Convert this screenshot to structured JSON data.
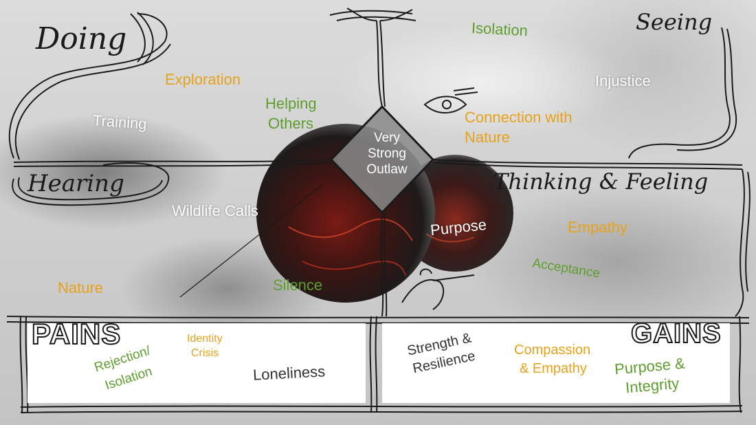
{
  "corners": {
    "doing": "Doing",
    "seeing": "Seeing",
    "hearing": "Hearing",
    "thinking_feeling": "Thinking & Feeling"
  },
  "center": {
    "line1": "Very",
    "line2": "Strong",
    "line3": "Outlaw"
  },
  "doing_items": {
    "exploration": "Exploration",
    "helping_line1": "Helping",
    "helping_line2": "Others",
    "training": "Training"
  },
  "seeing_items": {
    "isolation": "Isolation",
    "injustice": "Injustice",
    "connection_line1": "Connection with",
    "connection_line2": "Nature"
  },
  "hearing_items": {
    "wildlife": "Wildlife Calls",
    "nature": "Nature",
    "silence": "Silence"
  },
  "thinking_items": {
    "purpose": "Purpose",
    "empathy": "Empathy",
    "acceptance": "Acceptance"
  },
  "pains": {
    "title": "PAINS",
    "rejection_line1": "Rejection/",
    "rejection_line2": "Isolation",
    "identity_line1": "Identity",
    "identity_line2": "Crisis",
    "loneliness": "Loneliness"
  },
  "gains": {
    "title": "GAINS",
    "strength_line1": "Strength &",
    "strength_line2": "Resilience",
    "compassion_line1": "Compassion",
    "compassion_line2": "& Empathy",
    "purpose_line1": "Purpose &",
    "purpose_line2": "Integrity"
  },
  "colors": {
    "orange": "#e6a21a",
    "green": "#5d9e2f",
    "white": "#ffffff",
    "ink": "#1a1a1a"
  }
}
